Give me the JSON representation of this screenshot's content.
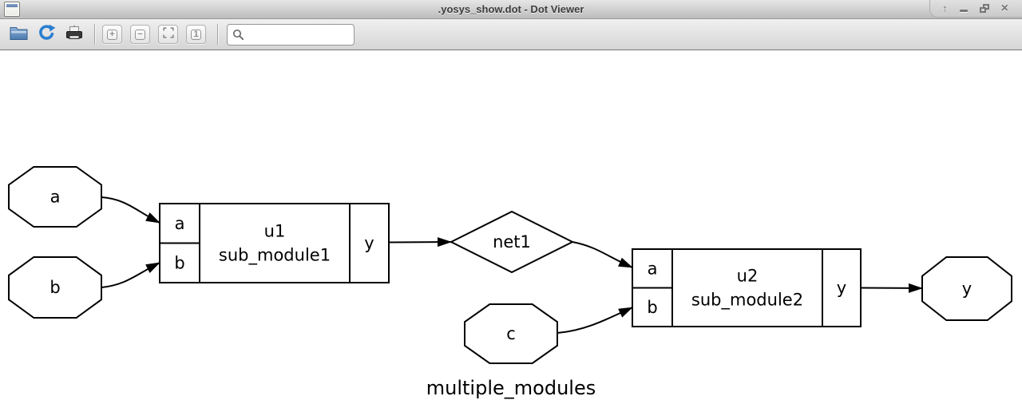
{
  "window": {
    "title": ".yosys_show.dot - Dot Viewer",
    "controls": [
      {
        "name": "shade",
        "glyph": "↑"
      },
      {
        "name": "minimize",
        "glyph": ""
      },
      {
        "name": "restore",
        "glyph": ""
      },
      {
        "name": "close",
        "glyph": "×"
      }
    ]
  },
  "toolbar": {
    "buttons": [
      {
        "name": "open",
        "icon": "folder-icon"
      },
      {
        "name": "reload",
        "icon": "refresh-icon"
      },
      {
        "name": "print",
        "icon": "printer-icon"
      },
      {
        "name": "zoom-in",
        "glyph": "+"
      },
      {
        "name": "zoom-out",
        "glyph": "−"
      },
      {
        "name": "zoom-fit",
        "icon": "fit-icon"
      },
      {
        "name": "zoom-original",
        "glyph": "1"
      }
    ],
    "search": {
      "value": "",
      "placeholder": ""
    }
  },
  "graph": {
    "label": "multiple_modules",
    "nodes": [
      {
        "id": "a",
        "shape": "octagon",
        "label": "a"
      },
      {
        "id": "b",
        "shape": "octagon",
        "label": "b"
      },
      {
        "id": "c",
        "shape": "octagon",
        "label": "c"
      },
      {
        "id": "net1",
        "shape": "diamond",
        "label": "net1"
      },
      {
        "id": "u1",
        "shape": "record",
        "instance": "u1",
        "module": "sub_module1",
        "input_ports": [
          "a",
          "b"
        ],
        "output_ports": [
          "y"
        ]
      },
      {
        "id": "u2",
        "shape": "record",
        "instance": "u2",
        "module": "sub_module2",
        "input_ports": [
          "a",
          "b"
        ],
        "output_ports": [
          "y"
        ]
      },
      {
        "id": "y_out",
        "shape": "octagon",
        "label": "y"
      }
    ],
    "edges": [
      {
        "from": "a",
        "to": "u1.a"
      },
      {
        "from": "b",
        "to": "u1.b"
      },
      {
        "from": "u1.y",
        "to": "net1"
      },
      {
        "from": "net1",
        "to": "u2.a"
      },
      {
        "from": "c",
        "to": "u2.b"
      },
      {
        "from": "u2.y",
        "to": "y_out"
      }
    ]
  }
}
